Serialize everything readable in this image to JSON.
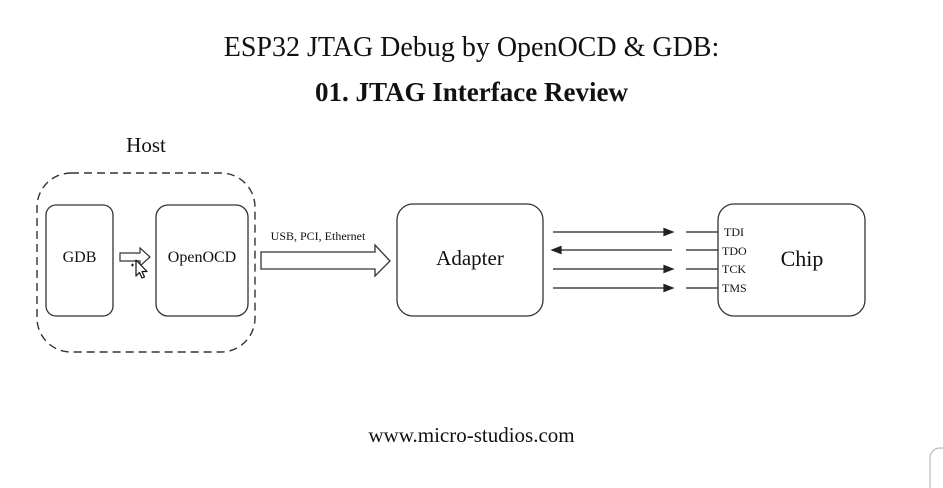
{
  "title": "ESP32 JTAG Debug by OpenOCD & GDB:",
  "subtitle": "01. JTAG Interface Review",
  "diagram": {
    "host_label": "Host",
    "gdb_label": "GDB",
    "openocd_label": "OpenOCD",
    "link_label": "USB, PCI, Ethernet",
    "adapter_label": "Adapter",
    "chip_label": "Chip",
    "signals": [
      "TDI",
      "TDO",
      "TCK",
      "TMS"
    ]
  },
  "footer": "www.micro-studios.com",
  "icons": {
    "cursor": "mouse-pointer-icon"
  }
}
